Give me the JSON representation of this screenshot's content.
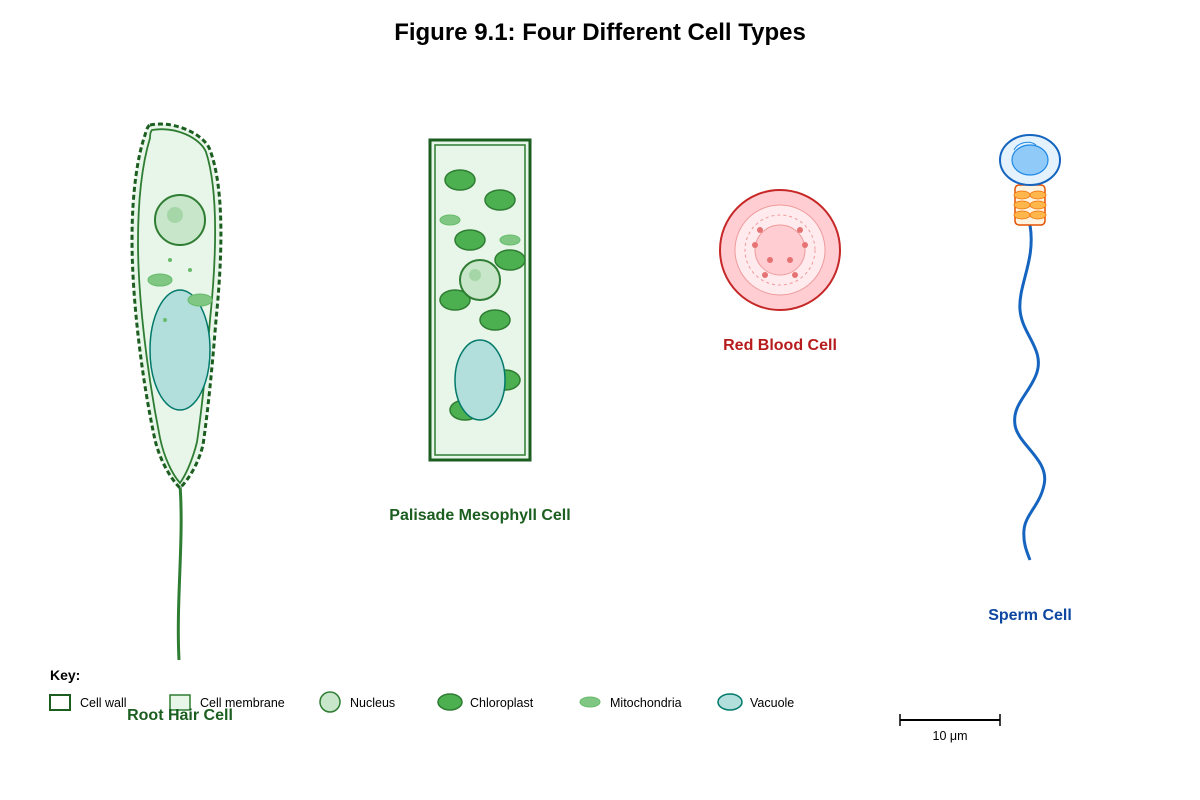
{
  "figure": {
    "title": "Figure 9.1: Four Different Cell Types"
  },
  "cells": {
    "root_hair": {
      "label": "Root Hair Cell",
      "color": "#1b5e20"
    },
    "palisade": {
      "label": "Palisade Mesophyll Cell",
      "color": "#1b5e20"
    },
    "red_blood": {
      "label": "Red Blood Cell",
      "color": "#b71c1c"
    },
    "sperm": {
      "label": "Sperm Cell",
      "color": "#0d47a1"
    }
  },
  "key": {
    "title": "Key:",
    "items": [
      {
        "label": "Cell wall"
      },
      {
        "label": "Cell membrane"
      },
      {
        "label": "Nucleus"
      },
      {
        "label": "Chloroplast"
      },
      {
        "label": "Mitochondria"
      },
      {
        "label": "Vacuole"
      }
    ]
  },
  "scale_bar": {
    "label": "10 μm"
  },
  "colors": {
    "plant_dark": "#1b5e20",
    "plant_mid": "#2e7d32",
    "plant_fill": "#e8f5e9",
    "nucleus_fill": "#c8e6c9",
    "chloroplast": "#4caf50",
    "mitochondria": "#81c784",
    "vacuole": "#b2dfdb",
    "vacuole_stroke": "#00796b",
    "rbc_fill": "#ffcdd2",
    "rbc_stroke": "#c62828",
    "sperm_blue": "#1565c0",
    "sperm_head": "#90caf9",
    "sperm_mito": "#ffb74d",
    "sperm_mito_stroke": "#e65100"
  }
}
